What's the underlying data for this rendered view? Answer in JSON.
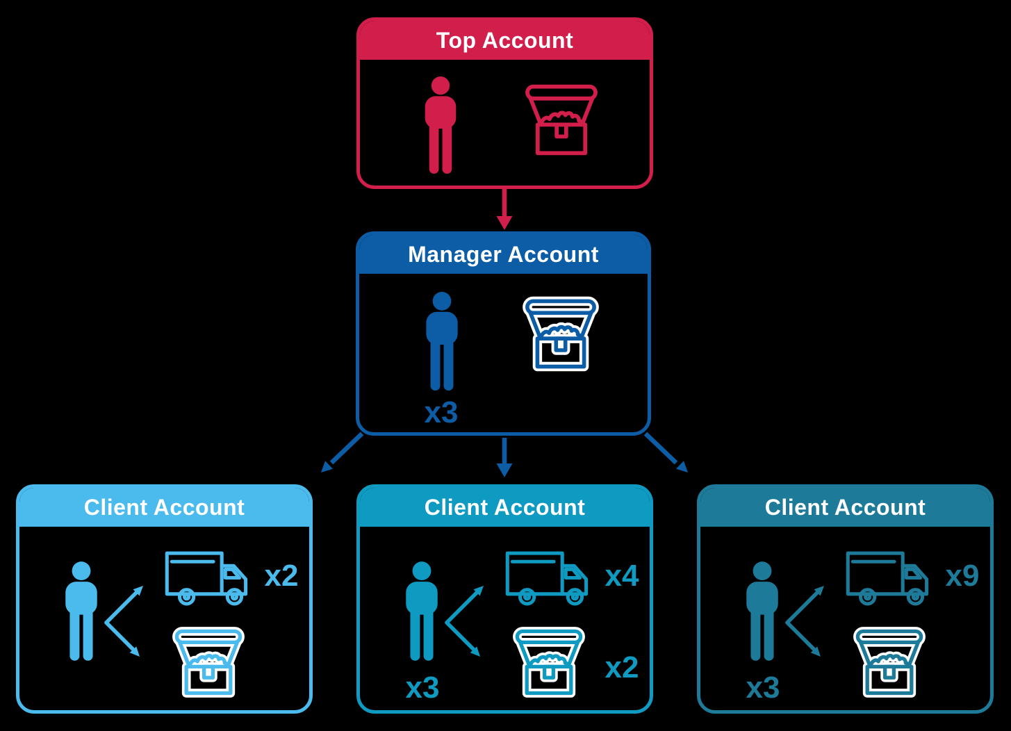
{
  "colors": {
    "background": "#000000",
    "red": "#d21e4b",
    "blue": "#0d5da6",
    "lightblue": "#4bbbed",
    "teal": "#0f9ac2",
    "darkteal": "#1d7a99",
    "white": "#ffffff"
  },
  "icons": {
    "person": "person-icon",
    "treasure_chest": "treasure-chest-icon",
    "delivery_truck": "truck-icon",
    "flow_arrow": "arrow-icon"
  },
  "hierarchy": {
    "top_account": {
      "label": "Top Account"
    },
    "manager_account": {
      "label": "Manager Account",
      "person_count": "x3"
    },
    "client_accounts": [
      {
        "label": "Client Account",
        "truck_count": "x2"
      },
      {
        "label": "Client Account",
        "person_count": "x3",
        "truck_count": "x4",
        "chest_count": "x2"
      },
      {
        "label": "Client Account",
        "person_count": "x3",
        "truck_count": "x9"
      }
    ]
  }
}
